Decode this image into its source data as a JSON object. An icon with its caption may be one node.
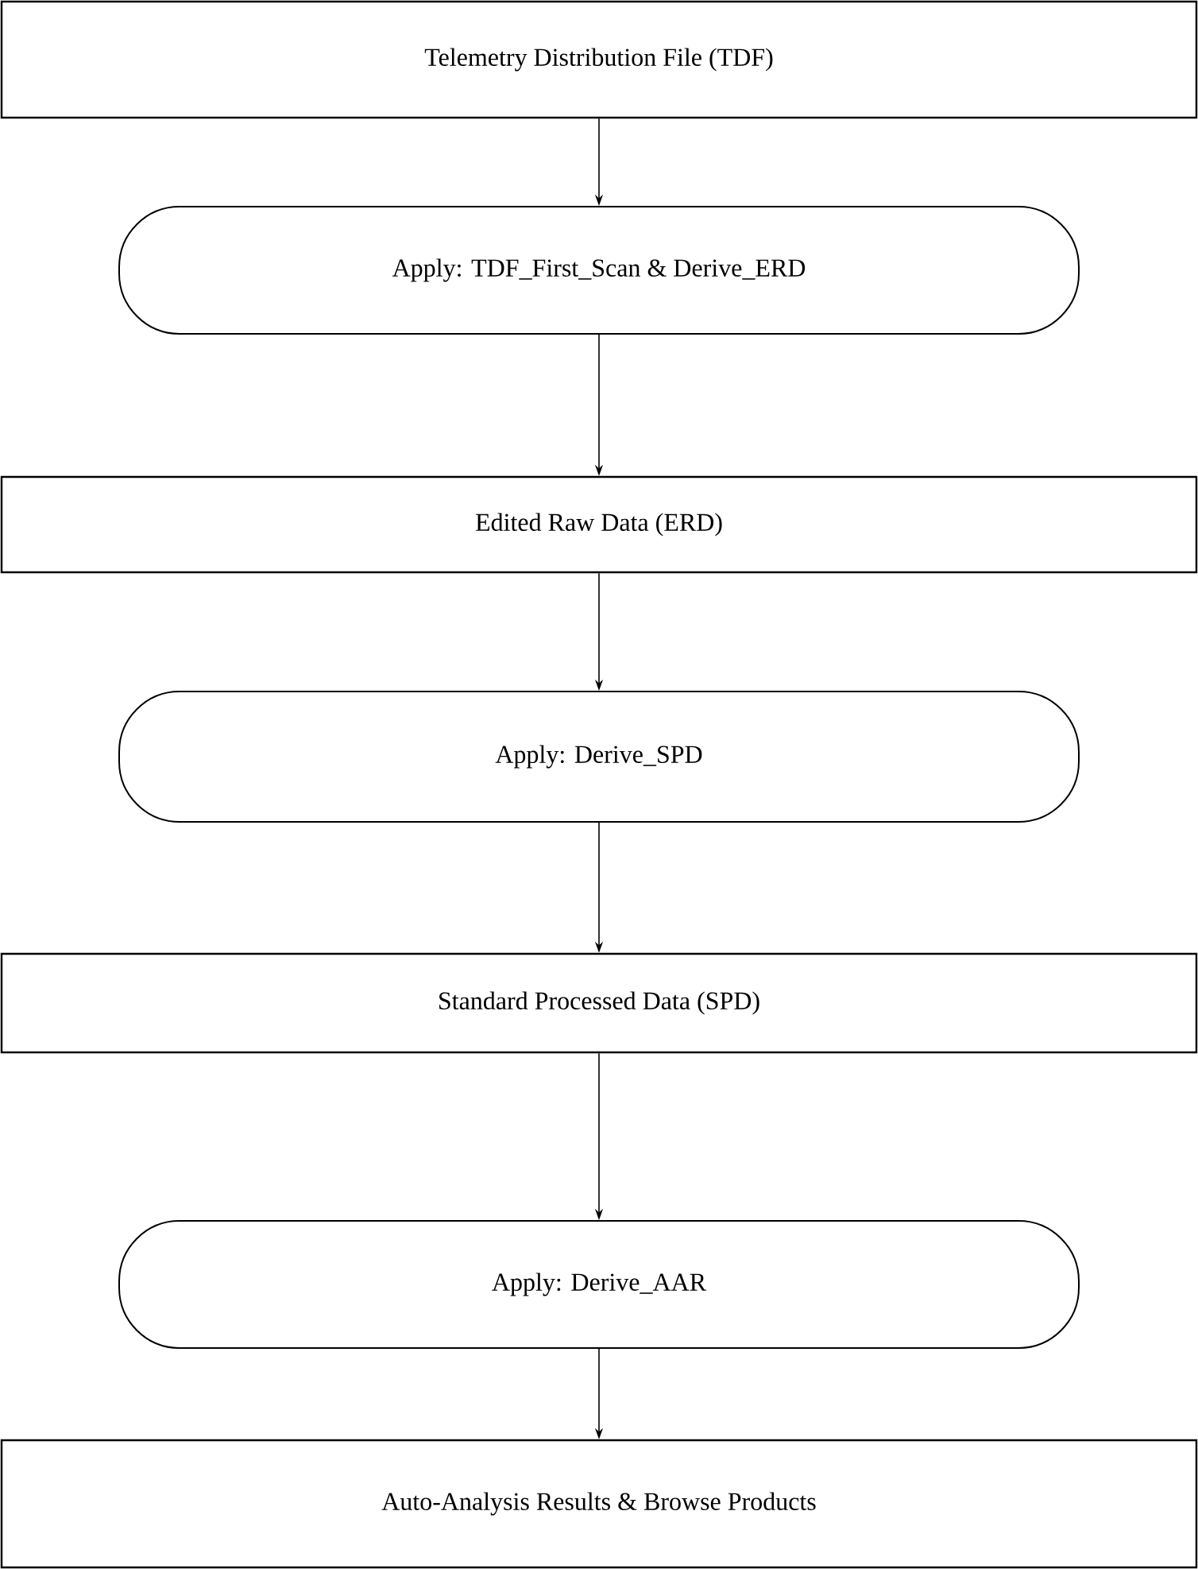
{
  "diagram": {
    "nodes": [
      {
        "text": [
          "Telemetry Distribution File (TDF)"
        ]
      },
      {
        "text": [
          "Apply: TDF_First_Scan & Derive_ERD"
        ]
      },
      {
        "text": [
          "Edited Raw Data (ERD)"
        ]
      },
      {
        "text": [
          "Apply: Derive_SPD"
        ]
      },
      {
        "text": [
          "Standard Processed Data (SPD)"
        ]
      },
      {
        "text": [
          "Apply: Derive_AAR"
        ]
      },
      {
        "text": [
          "Auto-Analysis Results & Browse Products"
        ]
      }
    ],
    "edges": [
      {
        "from": 0,
        "to": 1,
        "arrow": "to"
      },
      {
        "from": 1,
        "to": 2,
        "arrow": "to"
      },
      {
        "from": 2,
        "to": 3,
        "arrow": "to"
      },
      {
        "from": 3,
        "to": 4,
        "arrow": "to"
      },
      {
        "from": 4,
        "to": 5,
        "arrow": "to"
      },
      {
        "from": 5,
        "to": 6,
        "arrow": "to"
      }
    ]
  }
}
